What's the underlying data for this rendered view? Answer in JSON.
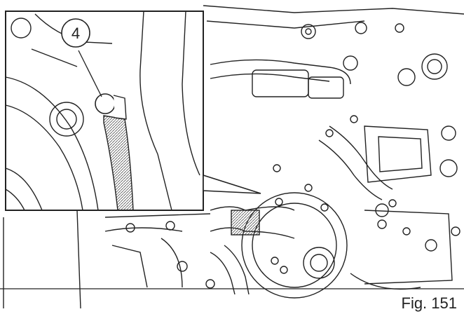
{
  "figure": {
    "caption": "Fig. 151",
    "callout_number": "4"
  },
  "icons": {
    "callout": "numbered-callout-circle",
    "pointer": "leader-arrow"
  }
}
